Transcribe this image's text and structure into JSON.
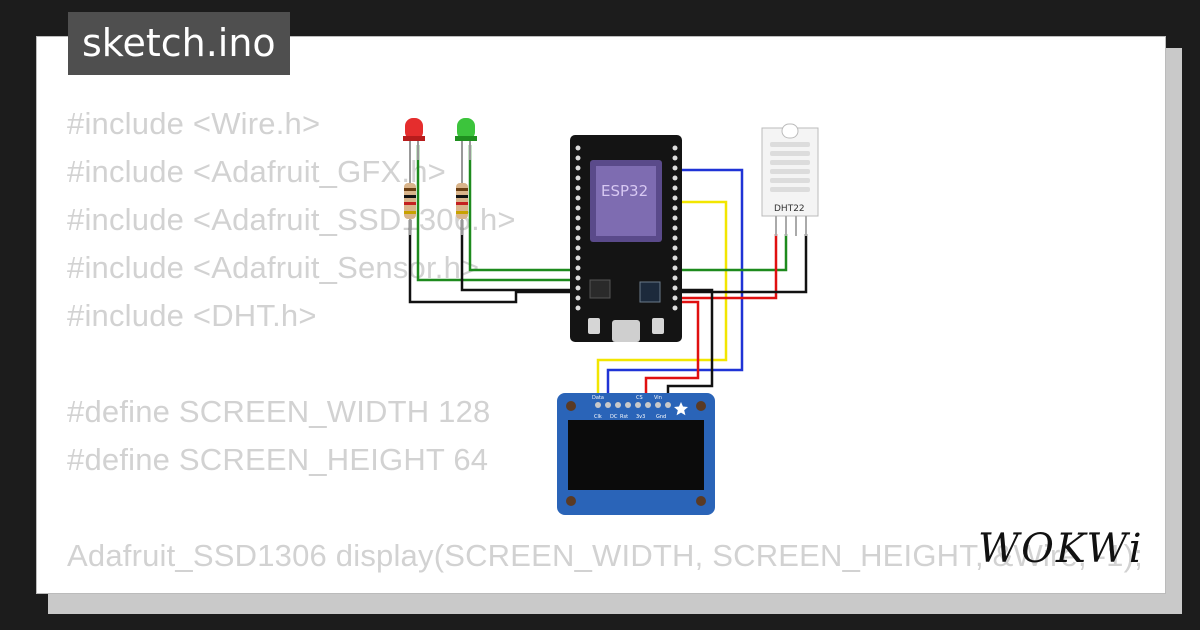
{
  "file_tab": {
    "label": "sketch.ino"
  },
  "code_lines": [
    "#include <Wire.h>",
    "#include <Adafruit_GFX.h>",
    "#include <Adafruit_SSD1306.h>",
    "#include <Adafruit_Sensor.h>",
    "#include <DHT.h>",
    "",
    "#define SCREEN_WIDTH 128",
    "#define SCREEN_HEIGHT 64",
    "",
    "Adafruit_SSD1306 display(SCREEN_WIDTH, SCREEN_HEIGHT, &Wire, -1);"
  ],
  "components": {
    "esp32_label": "ESP32",
    "dht_label": "DHT22",
    "oled_pins": [
      "Data",
      "Clk",
      "DC",
      "Rst",
      "CS",
      "3v3",
      "Vin",
      "Gnd"
    ]
  },
  "logo": {
    "text": "WOKWi"
  },
  "colors": {
    "wire_blue": "#1f33d6",
    "wire_yellow": "#f2e600",
    "wire_green": "#1d8a1d",
    "wire_red": "#e01010",
    "wire_black": "#111111",
    "oled_blue": "#2a64b8"
  }
}
